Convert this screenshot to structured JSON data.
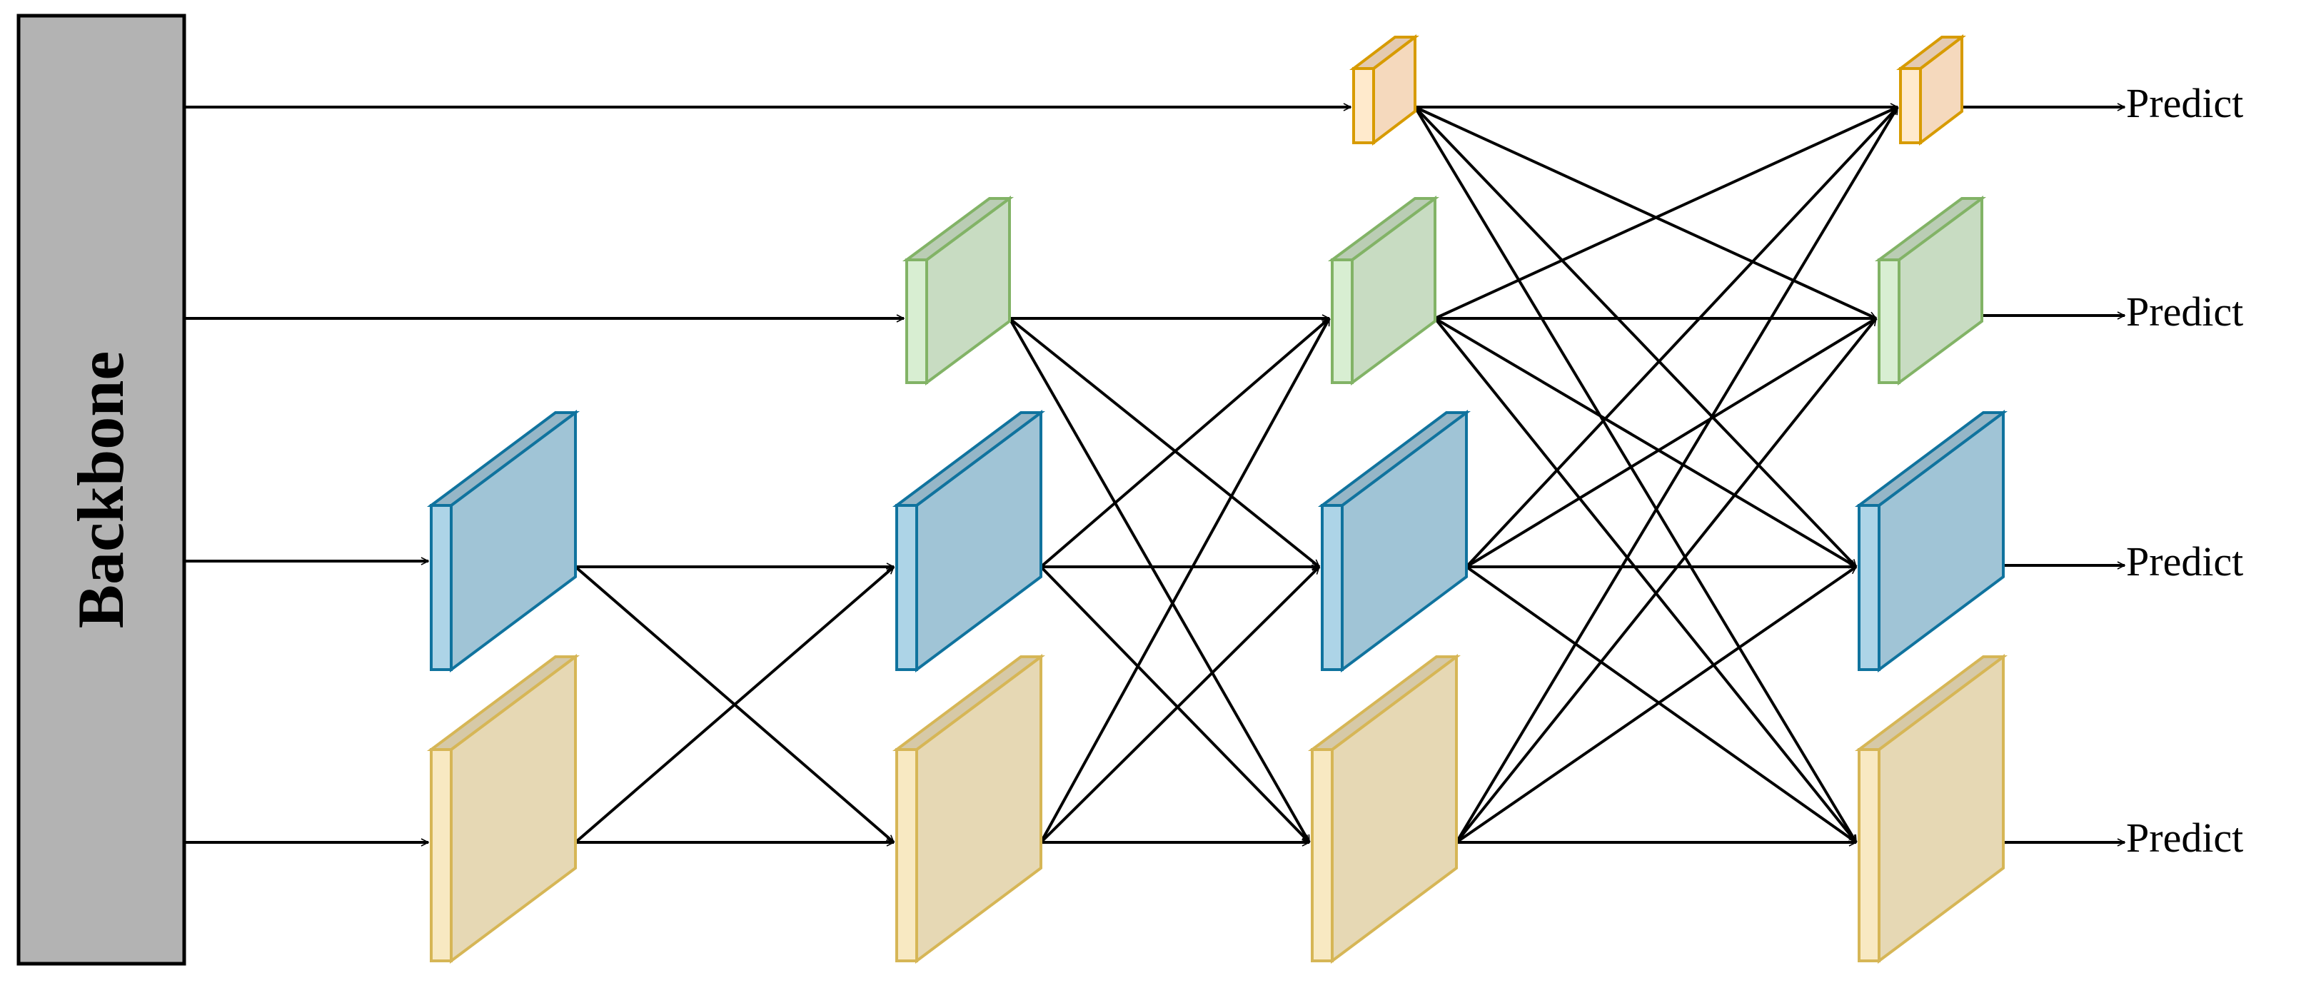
{
  "diagram": {
    "backbone_label": "Backbone",
    "output_labels": [
      "Predict",
      "Predict",
      "Predict",
      "Predict"
    ]
  },
  "colors": {
    "backbone_fill": "#b3b3b3",
    "backbone_stroke": "#000000",
    "arrow": "#000000",
    "level_1_fill": "#f5d9bd",
    "level_1_stroke": "#d79b00",
    "level_2_fill": "#c8dcc2",
    "level_2_stroke": "#82b366",
    "level_3_fill": "#a0c4d6",
    "level_3_stroke": "#10739e",
    "level_4_fill": "#e6d8b4",
    "level_4_stroke": "#d6b656"
  }
}
